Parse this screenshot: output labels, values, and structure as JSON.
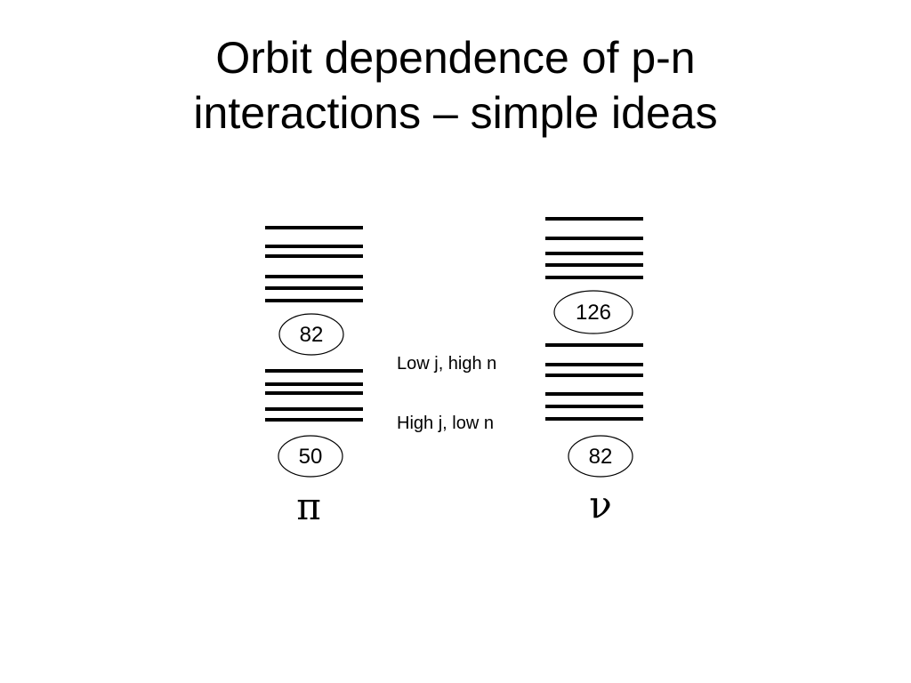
{
  "slide": {
    "title_line1": "Orbit dependence of p-n",
    "title_line2": "interactions – simple ideas"
  },
  "diagram": {
    "proton": {
      "symbol": "π",
      "magic_upper": "82",
      "magic_lower": "50",
      "upper_group_levels": 6,
      "lower_group_levels": 5
    },
    "neutron": {
      "symbol": "ν",
      "magic_upper": "126",
      "magic_lower": "82",
      "upper_group_levels": 5,
      "lower_group_levels": 6
    },
    "labels": {
      "upper": "Low j, high n",
      "lower": "High j, low n"
    },
    "line_color": "#000000"
  }
}
